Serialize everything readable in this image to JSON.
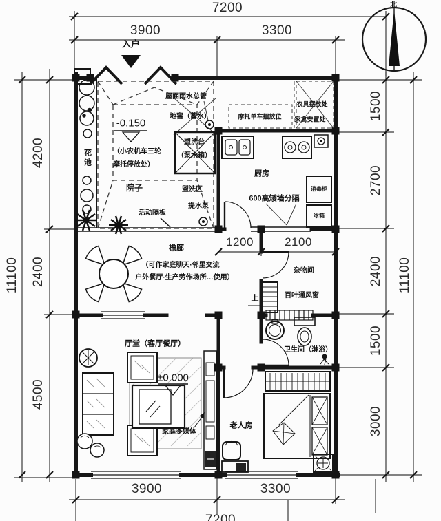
{
  "compass": {
    "north": "北"
  },
  "entrance": {
    "label": "入户"
  },
  "dims": {
    "top_overall": "7200",
    "top_a": "3900",
    "top_b": "3300",
    "left_overall": "11100",
    "left_a": "4200",
    "left_b": "2400",
    "left_c": "4500",
    "right_a": "1500",
    "right_b": "2700",
    "right_c": "2400",
    "right_d": "1500",
    "right_e": "3000",
    "right_overall": "11100",
    "bottom_a": "3900",
    "bottom_b": "3300",
    "bottom_overall": "7200",
    "inner_a": "1200",
    "inner_b": "2100"
  },
  "levels": {
    "courtyard": "-0.150",
    "hall": "±0.000"
  },
  "rooms": {
    "flower_bed": "花池",
    "courtyard": "院子",
    "kitchen": "厨房",
    "veranda": "檐廊",
    "storage": "杂物间",
    "bathroom": "卫生间（淋浴）",
    "hall": "厅堂（客厅餐厅）",
    "elder": "老人房"
  },
  "notes": {
    "courtyard_1": "（小农机车三轮",
    "courtyard_2": "摩托停放处）",
    "partition": "活动隔板",
    "roof_drain": "屋面雨水总管",
    "cellar": "地窖（蓄水）",
    "moto": "摩托单车摆放位",
    "farm_tools": "农具摆放处",
    "poultry": "家禽安置处",
    "wash_stand": "盥洗台",
    "pump_tank": "（泵水箱）",
    "wash_area": "盥洗区",
    "water_pump": "提水泵",
    "low_wall": "600高矮墙分隔",
    "disinfect": "消毒柜",
    "fridge": "冰箱",
    "veranda_1": "（可作家庭聊天·邻里交流",
    "veranda_2": "户外餐厅·生产劳作场所…使用）",
    "up": "上",
    "louver": "百叶通风窗",
    "multimedia": "家庭多媒体"
  }
}
